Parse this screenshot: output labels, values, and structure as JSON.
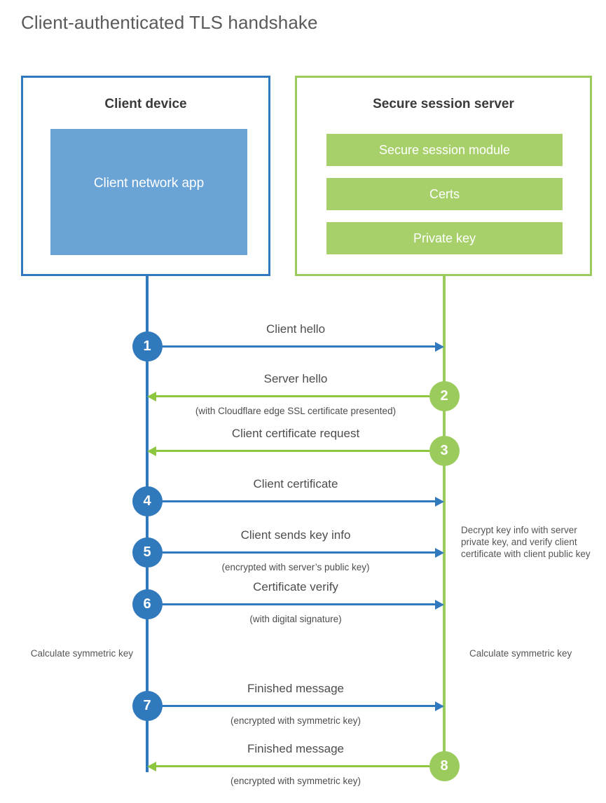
{
  "title": "Client-authenticated TLS handshake",
  "colors": {
    "blue": "#3179bd",
    "blue_fill": "#6aa3d5",
    "green": "#9ccb5d",
    "green_arrow": "#8dc63f",
    "green_fill": "#a7d06a",
    "text": "#4d4d4d"
  },
  "client": {
    "title": "Client device",
    "app_label": "Client network app"
  },
  "server": {
    "title": "Secure session server",
    "blocks": [
      "Secure session module",
      "Certs",
      "Private key"
    ]
  },
  "steps": [
    {
      "number": "1",
      "label": "Client hello",
      "sublabel": "",
      "direction": "right",
      "color": "blue"
    },
    {
      "number": "2",
      "label": "Server hello",
      "sublabel": "(with Cloudflare edge SSL certificate presented)",
      "direction": "left",
      "color": "green"
    },
    {
      "number": "3",
      "label": "Client certificate request",
      "sublabel": "",
      "direction": "left",
      "color": "green"
    },
    {
      "number": "4",
      "label": "Client certificate",
      "sublabel": "",
      "direction": "right",
      "color": "blue"
    },
    {
      "number": "5",
      "label": "Client sends key info",
      "sublabel": "(encrypted with server’s public key)",
      "direction": "right",
      "color": "blue"
    },
    {
      "number": "6",
      "label": "Certificate verify",
      "sublabel": "(with digital signature)",
      "direction": "right",
      "color": "blue"
    },
    {
      "number": "7",
      "label": "Finished message",
      "sublabel": "(encrypted with symmetric key)",
      "direction": "right",
      "color": "blue"
    },
    {
      "number": "8",
      "label": "Finished message",
      "sublabel": "(encrypted with symmetric key)",
      "direction": "left",
      "color": "green"
    }
  ],
  "notes": {
    "decrypt": "Decrypt key info with server private key, and verify client certificate with client public key",
    "calculate_client": "Calculate symmetric key",
    "calculate_server": "Calculate symmetric key"
  }
}
